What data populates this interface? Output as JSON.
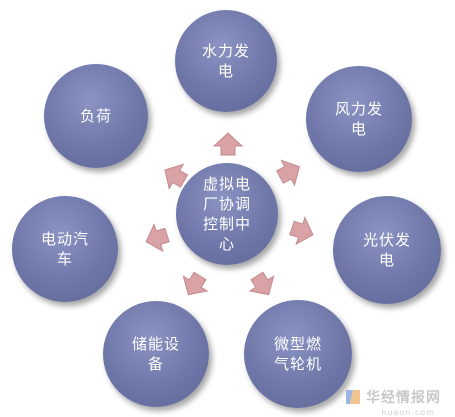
{
  "diagram": {
    "center": {
      "label": "虚拟电厂协调控制中心"
    },
    "nodes": [
      {
        "id": "hydro",
        "label": "水力发电"
      },
      {
        "id": "wind",
        "label": "风力发电"
      },
      {
        "id": "pv",
        "label": "光伏发电"
      },
      {
        "id": "turbine",
        "label": "微型燃气轮机"
      },
      {
        "id": "storage",
        "label": "储能设备"
      },
      {
        "id": "ev",
        "label": "电动汽车"
      },
      {
        "id": "load",
        "label": "负荷"
      }
    ],
    "colors": {
      "node_fill": "#6e77a8",
      "arrow_fill": "#d9a3a6",
      "arrow_stroke": "#c28a8e",
      "text": "#ffffff"
    }
  },
  "watermark": {
    "name": "华经情报网",
    "url": "huaon.com",
    "icon": "huajing-logo-icon"
  }
}
